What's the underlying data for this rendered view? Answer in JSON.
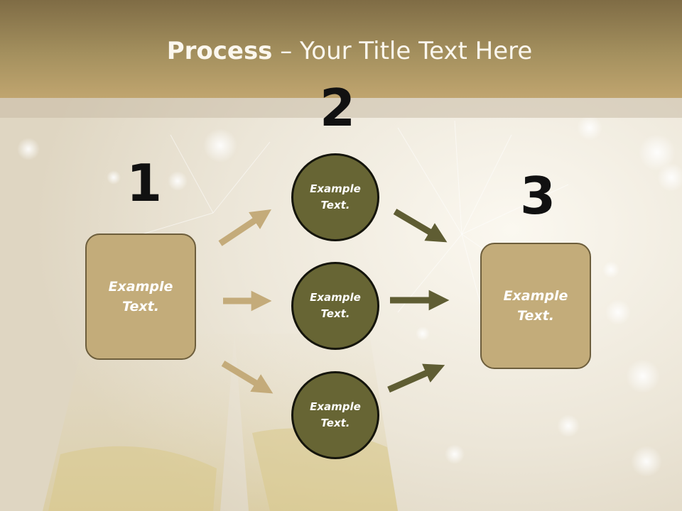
{
  "slide": {
    "title_bold": "Process",
    "title_rest": " – Your Title Text Here"
  },
  "numbers": [
    "1",
    "2",
    "3"
  ],
  "left_box": {
    "text": "Example Text."
  },
  "right_box": {
    "text": "Example Text."
  },
  "circles": [
    {
      "text": "Example Text."
    },
    {
      "text": "Example Text."
    },
    {
      "text": "Example Text."
    }
  ],
  "colors": {
    "title_band": "#a4905e",
    "box_fill": "#c3ac7a",
    "circle_fill": "#676534",
    "tan_arrow": "#c4ab7a",
    "olive_arrow": "#5f5d33"
  }
}
